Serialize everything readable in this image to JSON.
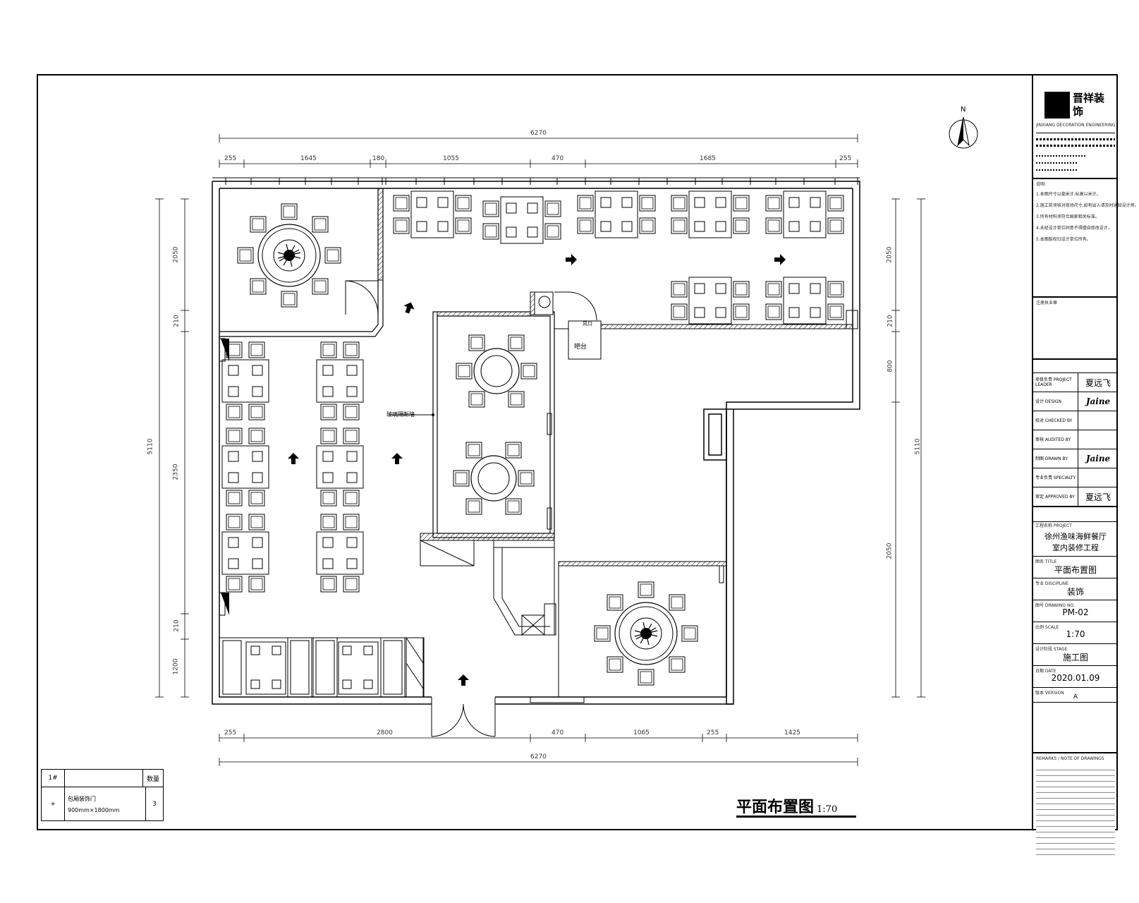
{
  "drawing": {
    "title": "平面布置图",
    "scale": "1:70",
    "north_label": "N"
  },
  "dimensions": {
    "top_total": "6270",
    "bottom_total": "6270",
    "top_segments": [
      "255",
      "1645",
      "180",
      "1055",
      "470",
      "1685",
      "255"
    ],
    "bottom_segments": [
      "255",
      "2800",
      "470",
      "1065",
      "255",
      "1425"
    ],
    "left_total": "5110",
    "left_segments": [
      "2050",
      "210",
      "2350",
      "210",
      "1200"
    ],
    "right_total": "5110",
    "right_segments": [
      "2050",
      "210",
      "800",
      "2050"
    ]
  },
  "plan_labels": {
    "bar_counter": "吧台",
    "ventilation": "风口",
    "glass_partition": "玻璃隔断墙"
  },
  "legend": {
    "col_no": "1#",
    "col_name": "",
    "col_qty": "数量",
    "rows": [
      {
        "no": "+",
        "name": "包厢装饰门",
        "spec": "900mm×1800mm",
        "qty": "3"
      }
    ]
  },
  "title_block": {
    "company_name": "晋祥装饰",
    "company_sub": "JINXIANG DECORATION ENGINEERING",
    "notes_header": "说明:",
    "notes": [
      "1.本图尺寸以毫米计,标高以米计。",
      "2.施工前须核对现场尺寸,如有出入请及时通知设计师。",
      "3.所有材料须符合国家相关标准。",
      "4.未经设计单位同意不得擅自修改设计。",
      "5.本图版权归设计单位所有。"
    ],
    "stamp_header": "注册执业章",
    "personnel": [
      {
        "label": "项目负责 PROJECT LEADER",
        "value": "夏远飞"
      },
      {
        "label": "设计 DESIGN",
        "value": "Jaine"
      },
      {
        "label": "校对 CHECKED BY",
        "value": ""
      },
      {
        "label": "审核 AUDITED BY",
        "value": ""
      },
      {
        "label": "制图 DRAWN BY",
        "value": "Jaine"
      },
      {
        "label": "专业负责 SPECIALTY",
        "value": ""
      },
      {
        "label": "审定 APPROVED BY",
        "value": "夏远飞"
      }
    ],
    "project_label": "工程名称 PROJECT",
    "project_name_1": "徐州渔味海鲜餐厅",
    "project_name_2": "室内装修工程",
    "sheet_title_label": "图名 TITLE",
    "sheet_title": "平面布置图",
    "discipline_label": "专业 DISCIPLINE",
    "discipline": "装饰",
    "drawing_no_label": "图号 DRAWING NO.",
    "drawing_no": "PM-02",
    "scale_label": "比例 SCALE",
    "scale": "1:70",
    "stage_label": "设计阶段 STAGE",
    "stage": "施工图",
    "date_label": "日期 DATE",
    "date": "2020.01.09",
    "version_label": "版本 VERSION",
    "version": "A",
    "remarks_header": "REMARKS / NOTE OF DRAWINGS"
  },
  "colors": {
    "line": "#000000",
    "hatch": "#000000",
    "paper": "#ffffff"
  }
}
